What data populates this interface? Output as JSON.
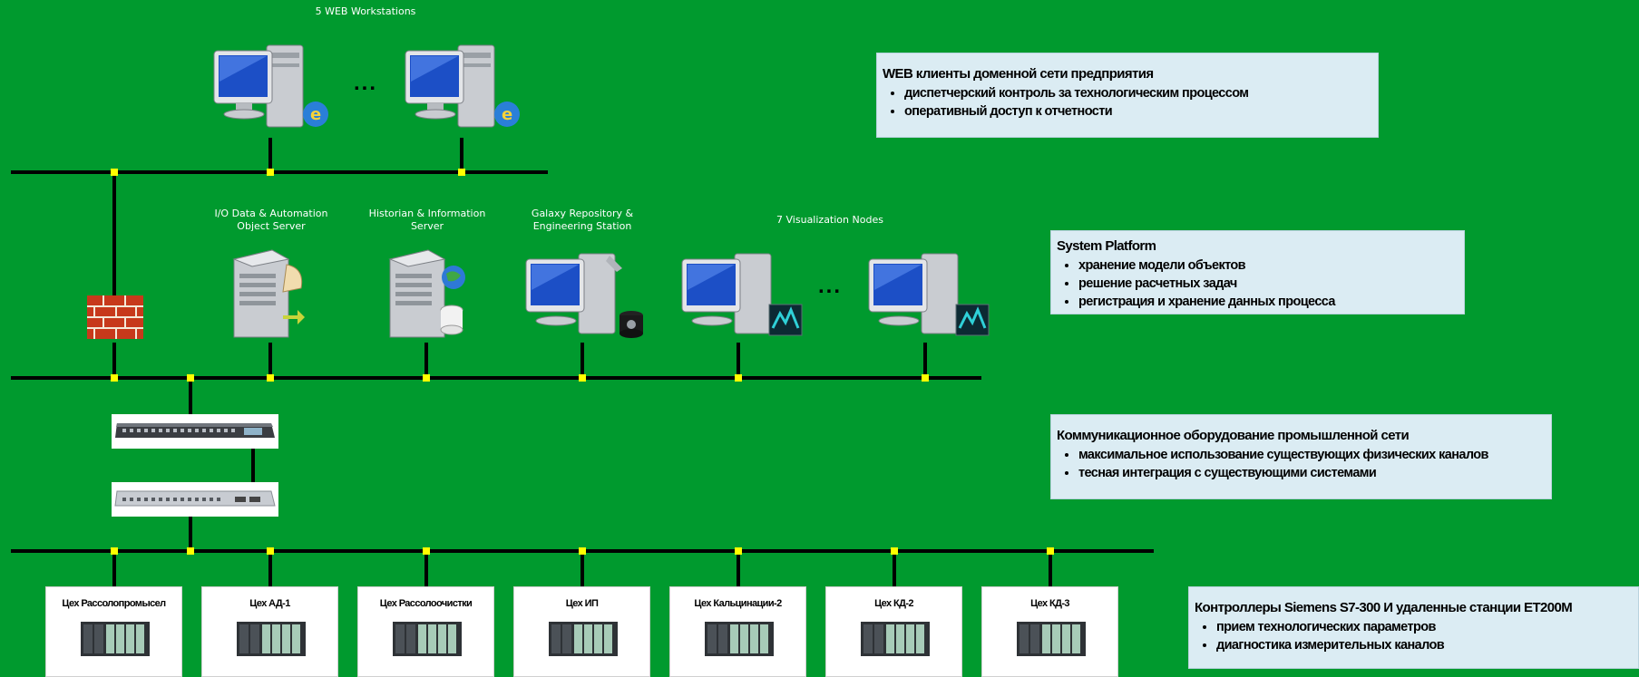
{
  "tiers": {
    "web": {
      "label": "5 WEB Workstations"
    },
    "servers": [
      {
        "label": "I/O Data & Automation\nObject Server"
      },
      {
        "label": "Historian & Information\nServer"
      },
      {
        "label": "Galaxy Repository &\nEngineering Station"
      },
      {
        "label": "7 Visualization Nodes"
      }
    ],
    "ellipsis": "..."
  },
  "info_boxes": [
    {
      "title": "WEB клиенты доменной сети предприятия",
      "items": [
        "диспетчерский контроль за технологическим процессом",
        "оперативный доступ к отчетности"
      ]
    },
    {
      "title": "System Platform",
      "items": [
        "хранение модели объектов",
        "решение расчетных задач",
        "регистрация и хранение данных процесса"
      ]
    },
    {
      "title": "Коммуникационное оборудование промышленной сети",
      "items": [
        "максимальное использование существующих физических каналов",
        "тесная интеграция с существующими системами"
      ]
    },
    {
      "title": "Контроллеры Siemens S7-300 И удаленные станции ET200M",
      "items": [
        "прием технологических параметров",
        "диагностика измерительных каналов"
      ]
    }
  ],
  "workshops": [
    "Цех Рассолопромысел",
    "Цех АД-1",
    "Цех Рассолоочистки",
    "Цех ИП",
    "Цех Кальцинации-2",
    "Цех КД-2",
    "Цех КД-3"
  ],
  "colors": {
    "background": "#009a2e",
    "bus": "#000000",
    "node": "#ffff00",
    "info_box": "#dbecf3"
  }
}
